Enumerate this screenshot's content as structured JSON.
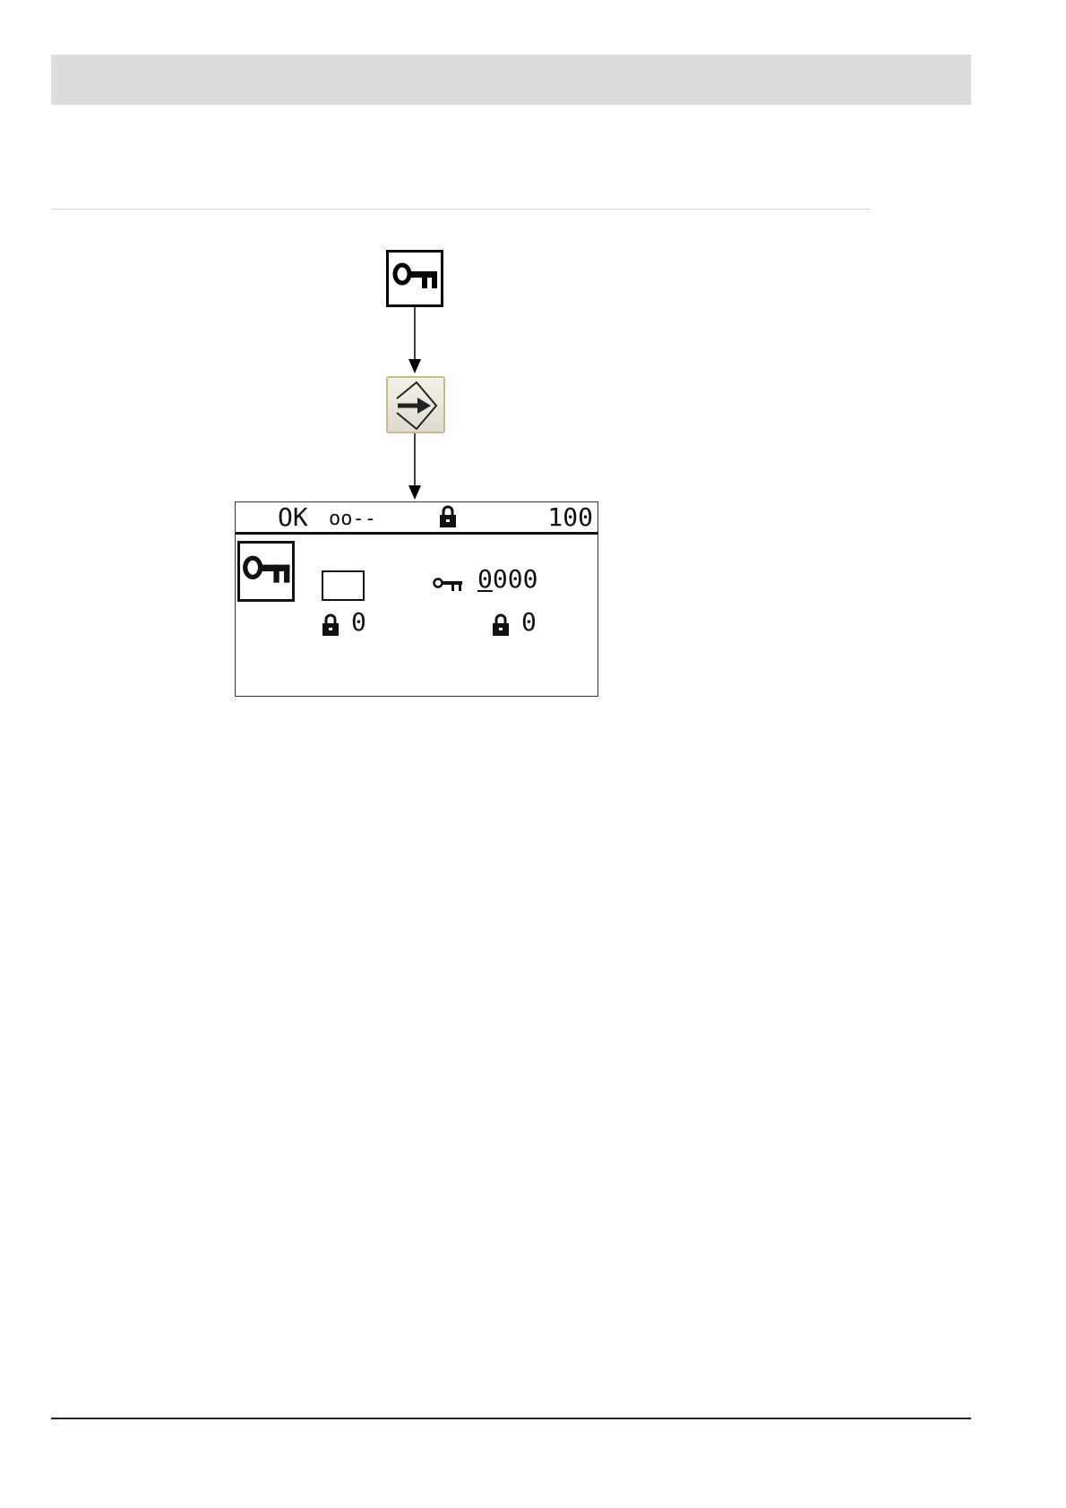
{
  "flow": {
    "step1": {
      "icon": "key-icon"
    },
    "step2": {
      "icon": "enter-arrow-icon"
    }
  },
  "lcd": {
    "status": {
      "ok": "OK",
      "indicator": "oo--",
      "icon": "lock-icon",
      "value": "100"
    },
    "key_box_icon": "key-icon",
    "code": {
      "first": "0",
      "rest": "000"
    },
    "left_lock_count": "0",
    "right_lock_count": "0"
  }
}
